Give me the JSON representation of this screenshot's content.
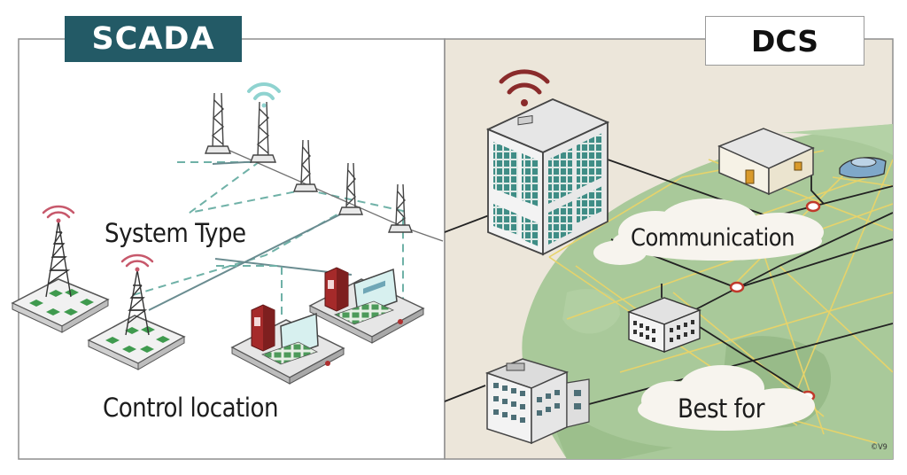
{
  "left_panel": {
    "title": "SCADA",
    "labels": {
      "system_type": "System Type",
      "control_location": "Control location"
    }
  },
  "right_panel": {
    "title": "DCS",
    "labels": {
      "communication": "Communication",
      "best_for": "Best for"
    }
  },
  "watermark": "©V9",
  "colors": {
    "scada_tag_bg": "#235a66",
    "left_bg": "#ffffff",
    "right_bg": "#ece6da",
    "land": "#a9c99a",
    "network_lines": "#e7d36a",
    "wifi_signal_dcs": "#8a2b2b",
    "wifi_signal_scada": "#8fd3d0",
    "cabinet_red": "#a52a2a",
    "window_teal": "#3f8d86",
    "node_red": "#c0392b"
  },
  "icons": [
    "radio-tower-icon",
    "wifi-signal-icon",
    "transmission-tower-icon",
    "control-workstation-icon",
    "server-cabinet-icon",
    "office-building-icon",
    "factory-icon",
    "plant-building-icon",
    "satellite-dish-icon",
    "cloud-icon",
    "network-node-icon"
  ]
}
